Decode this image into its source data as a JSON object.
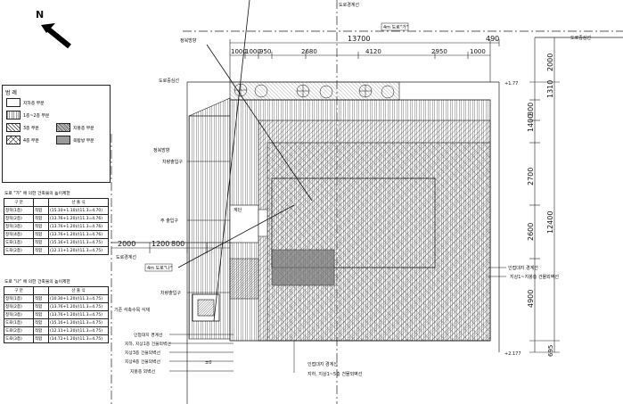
{
  "north_label": "N",
  "dimensions_top": {
    "overall": "13700",
    "right": "490",
    "segments": [
      "1000",
      "1000",
      "950",
      "2680",
      "4120",
      "2950",
      "1000"
    ]
  },
  "dimensions_right": {
    "top": "2000",
    "r1": "1310",
    "r2": "1400",
    "r3": "800",
    "r4": "2700",
    "r5": "2600",
    "r6": "12400",
    "r7": "4900",
    "r8": "695"
  },
  "dimensions_left": {
    "a": "2000",
    "b": "1200",
    "c": "800"
  },
  "road_labels": {
    "road_top": "도로경계선",
    "road_top_box": "4m 도로\"가\"",
    "road_right": "도로중심선",
    "road_left_top": "도로중심선",
    "road_left": "도로경계선",
    "road_left_box": "4m 도로\"나\""
  },
  "site_callouts": [
    "정북방향",
    "정북방향",
    "차량출입구",
    "주 출입구",
    "차량출입구",
    "기존 석축수목 식재",
    "인접대지 경계선",
    "지하, 지상1층 건물외벽선",
    "지상3층 건물외벽선",
    "지상4층 건물외벽선",
    "지붕층 외벽선"
  ],
  "right_callouts": [
    "인접대지 경계선",
    "지상1~지붕층 건물외벽선"
  ],
  "bottom_callouts": [
    "인접대지 경계선",
    "지하, 지상1~5층 건물외벽선"
  ],
  "level_marks": [
    "+1.77",
    "+2.177",
    "±0"
  ],
  "inner_label": "계단",
  "legend": {
    "title": "범 례",
    "items": [
      {
        "label": "지하층 부분",
        "pattern": "plain"
      },
      {
        "label": "1층~2층 부분",
        "pattern": "light"
      },
      {
        "label": "3층 부분",
        "pattern": "diag"
      },
      {
        "label": "지붕층 부분",
        "pattern": "dense"
      },
      {
        "label": "4층 부분",
        "pattern": "cross"
      },
      {
        "label": "옥탑방 부분",
        "pattern": "grey"
      }
    ]
  },
  "table1": {
    "caption": "도로 \"가\" 에 의한 건축물의 높이제한",
    "headers": [
      "구 분",
      "",
      "산 출 식"
    ],
    "rows": [
      [
        "정북(1층)",
        "적합",
        "(15.10+1.10)/(11.3=4.70)"
      ],
      [
        "정북(2층)",
        "적합",
        "(13.76+1.20)/(11.3=4.76)"
      ],
      [
        "정북(3층)",
        "적합",
        "(13.76+1.20)/(11.3=4.76)"
      ],
      [
        "정북(4층)",
        "적합",
        "(13.76+1.20)/(11.3=4.76)"
      ],
      [
        "도로(1층)",
        "적합",
        "(15.16+1.20)/(11.3=4.75)"
      ],
      [
        "도로(2층)",
        "적합",
        "(12.11+1.20)/(11.3=4.75)"
      ]
    ]
  },
  "table2": {
    "caption": "도로 \"나\" 에 의한 건축물의 높이제한",
    "headers": [
      "구 분",
      "",
      "산 출 식"
    ],
    "rows": [
      [
        "정북(1층)",
        "적합",
        "(10.30+1.20)/(11.3=4.75)"
      ],
      [
        "정북(2층)",
        "적합",
        "(13.76+1.20)/(11.3=4.75)"
      ],
      [
        "정북(3층)",
        "적합",
        "(13.76+1.20)/(11.3=4.75)"
      ],
      [
        "도로(1층)",
        "적합",
        "(15.16+1.20)/(11.3=4.75)"
      ],
      [
        "도로(2층)",
        "적합",
        "(12.11+1.20)/(11.3=4.75)"
      ],
      [
        "도로(3층)",
        "적합",
        "(14.72+1.20)/(11.3=4.75)"
      ]
    ]
  }
}
